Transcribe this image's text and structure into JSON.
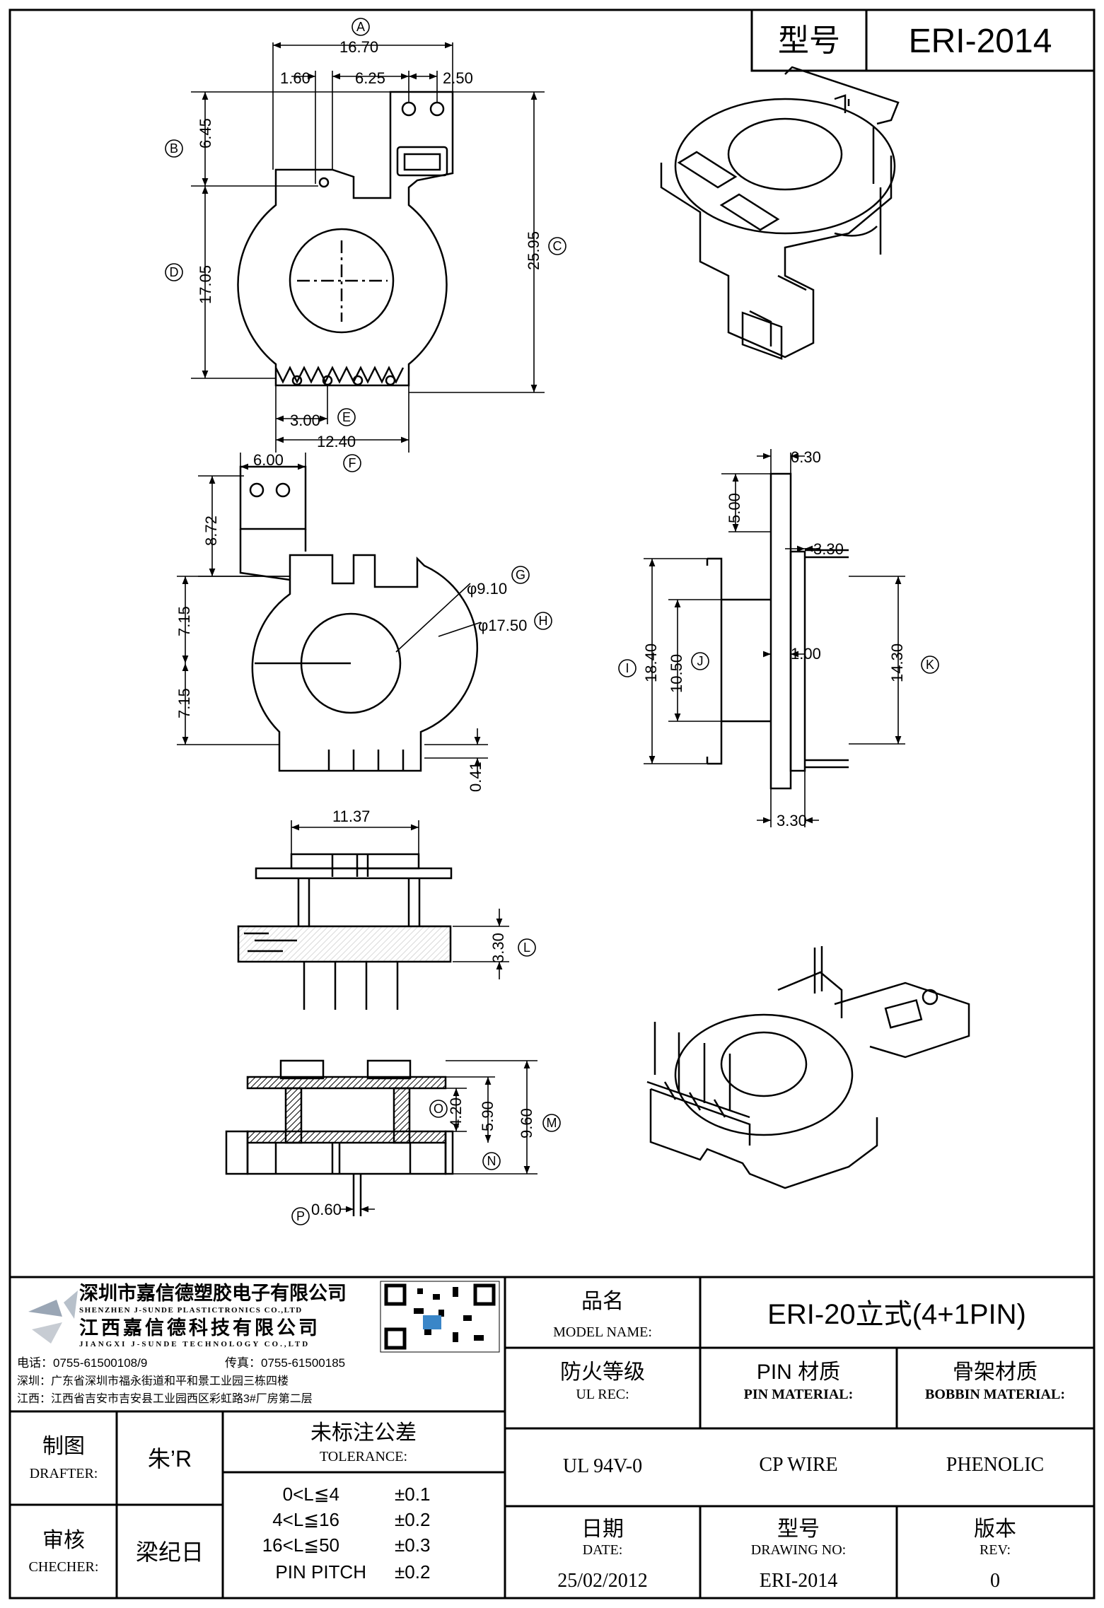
{
  "header": {
    "type_label": "型号",
    "type_value": "ERI-2014"
  },
  "dims": {
    "d_16_70": "16.70",
    "d_1_60": "1.60",
    "d_6_25": "6.25",
    "d_2_50": "2.50",
    "d_6_45": "6.45",
    "d_17_05": "17.05",
    "d_25_95": "25.95",
    "d_3_00": "3.00",
    "d_12_40": "12.40",
    "d_6_00": "6.00",
    "d_8_72": "8.72",
    "d_7_15a": "7.15",
    "d_7_15b": "7.15",
    "d_9_10": "φ9.10",
    "d_17_50": "φ17.50",
    "d_0_41": "0.41",
    "d_0_30": "0.30",
    "d_5_00": "5.00",
    "d_3_30a": "3.30",
    "d_18_40": "18.40",
    "d_10_50": "10.50",
    "d_1_00": "1.00",
    "d_14_30": "14.30",
    "d_3_30b": "3.30",
    "d_11_37": "11.37",
    "d_3_30c": "3.30",
    "d_4_20": "4.20",
    "d_5_90": "5.90",
    "d_9_60": "9.60",
    "d_0_60": "0.60"
  },
  "markers": {
    "A": "A",
    "B": "B",
    "C": "C",
    "D": "D",
    "E": "E",
    "F": "F",
    "G": "G",
    "H": "H",
    "I": "I",
    "J": "J",
    "K": "K",
    "L": "L",
    "M": "M",
    "N": "N",
    "O": "O",
    "P": "P"
  },
  "company": {
    "name_cn_1": "深圳市嘉信德塑胶电子有限公司",
    "name_en_1": "SHENZHEN J-SUNDE PLASTICTRONICS CO.,LTD",
    "name_cn_2": "江西嘉信德科技有限公司",
    "name_en_2": "JIANGXI J-SUNDE TECHNOLOGY CO.,LTD",
    "tel": "电话：0755-61500108/9",
    "fax": "传真：0755-61500185",
    "addr_sz": "深圳：广东省深圳市福永街道和平和景工业园三栋四楼",
    "addr_jx": "江西：江西省吉安市吉安县工业园西区彩虹路3#厂房第二层"
  },
  "title_block": {
    "model_name_cn": "品名",
    "model_name_en": "MODEL NAME:",
    "model_name_value": "ERI-20立式(4+1PIN)",
    "ul_cn": "防火等级",
    "ul_en": "UL REC:",
    "ul_value": "UL 94V-0",
    "pin_mat_cn": "PIN 材质",
    "pin_mat_en": "PIN MATERIAL:",
    "pin_mat_value": "CP WIRE",
    "bobbin_mat_cn": "骨架材质",
    "bobbin_mat_en": "BOBBIN MATERIAL:",
    "bobbin_mat_value": "PHENOLIC",
    "drafter_cn": "制图",
    "drafter_en": "DRAFTER:",
    "drafter_value": "朱’R",
    "checker_cn": "审核",
    "checker_en": "CHECHER:",
    "checker_value": "梁纪日",
    "tol_cn": "未标注公差",
    "tol_en": "TOLERANCE:",
    "tolerances": [
      {
        "range": "0<L≦4",
        "value": "±0.1"
      },
      {
        "range": "4<L≦16",
        "value": "±0.2"
      },
      {
        "range": "16<L≦50",
        "value": "±0.3"
      },
      {
        "range": "PIN PITCH",
        "value": "±0.2"
      }
    ],
    "date_cn": "日期",
    "date_en": "DATE:",
    "date_value": "25/02/2012",
    "drawing_no_cn": "型号",
    "drawing_no_en": "DRAWING NO:",
    "drawing_no_value": "ERI-2014",
    "rev_cn": "版本",
    "rev_en": "REV:",
    "rev_value": "0"
  }
}
